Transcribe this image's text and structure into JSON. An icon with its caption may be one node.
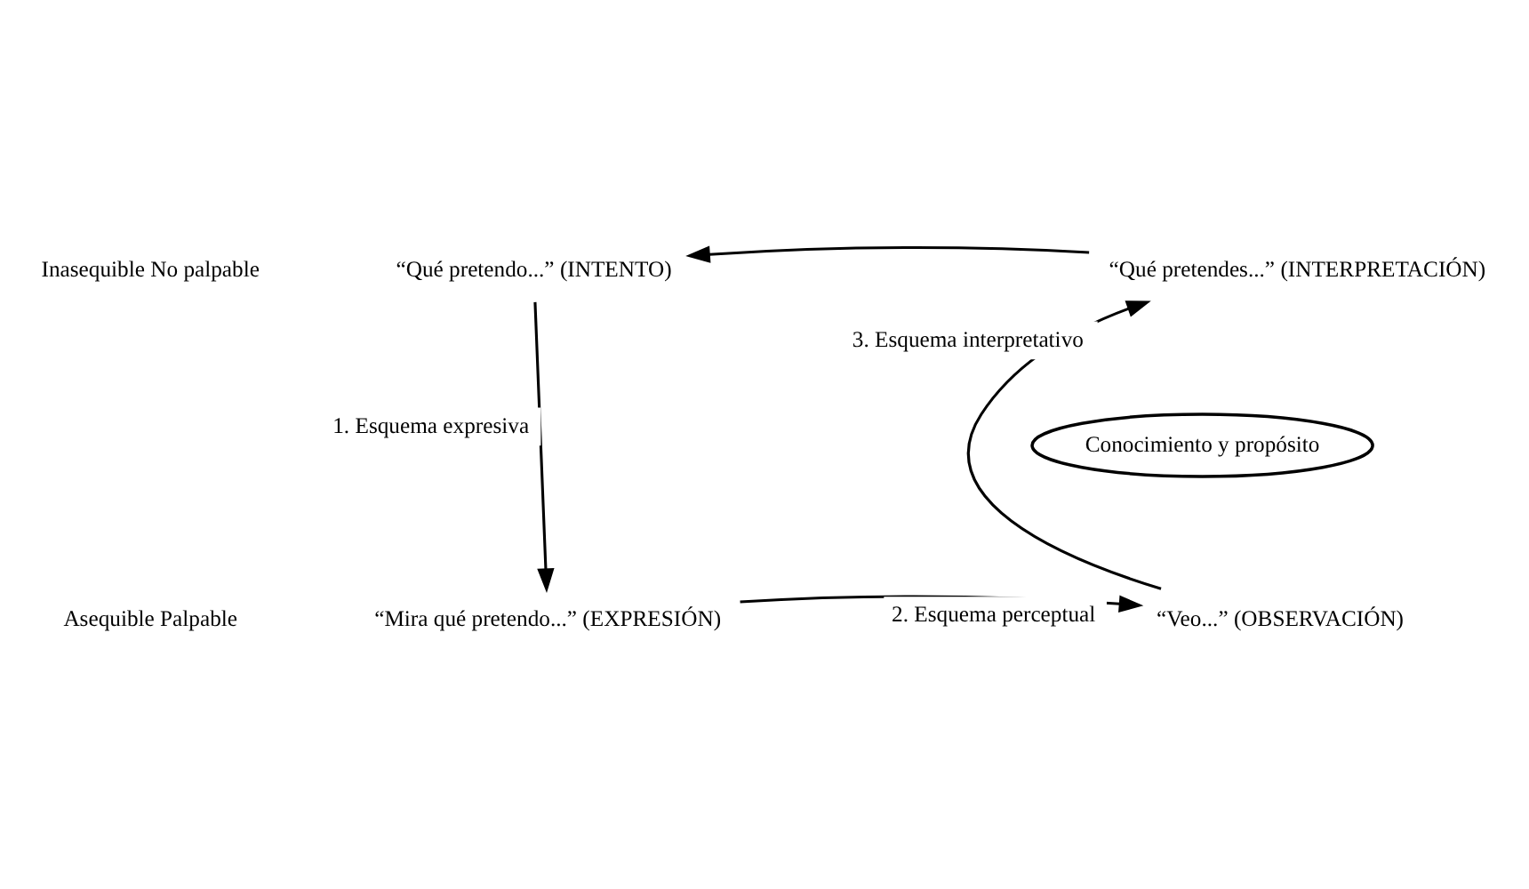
{
  "diagram": {
    "nodes": [
      {
        "text": [
          "“Qué pretendo...” (INTENTO)"
        ]
      },
      {
        "text": [
          "“Qué pretendes...” (INTERPRETACIÓN)"
        ]
      },
      {
        "text": [
          "Conocimiento y propósito"
        ]
      },
      {
        "text": [
          "“Mira qué pretendo...” (EXPRESIÓN)"
        ]
      },
      {
        "text": [
          "“Veo...” (OBSERVACIÓN)"
        ]
      }
    ],
    "edges": [
      {
        "from": 1,
        "to": 0,
        "arrow": "to"
      },
      {
        "from": 0,
        "to": 3,
        "arrow": "to",
        "label": "1. Esquema expresiva"
      },
      {
        "from": 3,
        "to": 4,
        "arrow": "to",
        "label": "2. Esquema perceptual"
      },
      {
        "from": 4,
        "to": 1,
        "arrow": "to",
        "label": "3. Esquema interpretativo"
      }
    ],
    "labels": [
      "Inasequible No palpable",
      "Asequible Palpable"
    ]
  }
}
